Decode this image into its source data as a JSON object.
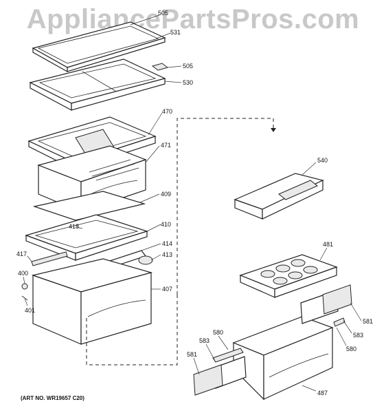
{
  "watermark": "AppliancePartsPros.com",
  "art_number": "(ART NO. WR19657 C20)",
  "labels": {
    "p505a": "505",
    "p531": "531",
    "p505b": "505",
    "p530": "530",
    "p470": "470",
    "p471": "471",
    "p409": "409",
    "p418": "418",
    "p410": "410",
    "p417": "417",
    "p414": "414",
    "p413": "413",
    "p400": "400",
    "p407": "407",
    "p401": "401",
    "p540": "540",
    "p481": "481",
    "p581a": "581",
    "p583a": "583",
    "p580a": "580",
    "p580b": "580",
    "p583b": "583",
    "p581b": "581",
    "p487": "487"
  }
}
